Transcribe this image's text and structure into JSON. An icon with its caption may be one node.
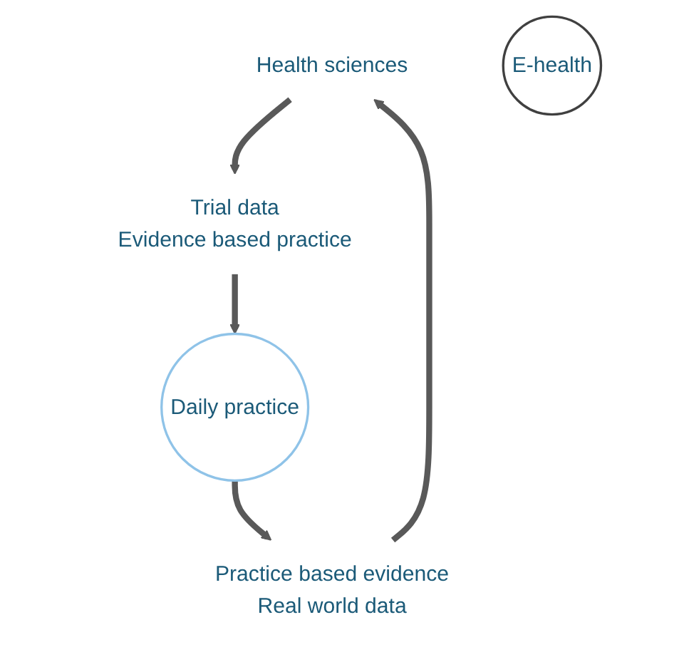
{
  "diagram": {
    "nodes": [
      {
        "text": [
          "Health sciences"
        ]
      },
      {
        "text": [
          "Trial data",
          "Evidence based practice"
        ]
      },
      {
        "text": [
          "Daily practice"
        ]
      },
      {
        "text": [
          "Practice based evidence",
          "Real world data"
        ]
      },
      {
        "text": [
          "E-health"
        ]
      }
    ],
    "edges": [
      {
        "from": 0,
        "to": 1,
        "arrow": "to"
      },
      {
        "from": 1,
        "to": 2,
        "arrow": "to"
      },
      {
        "from": 2,
        "to": 3,
        "arrow": "to"
      },
      {
        "from": 3,
        "to": 0,
        "arrow": "to"
      }
    ]
  }
}
